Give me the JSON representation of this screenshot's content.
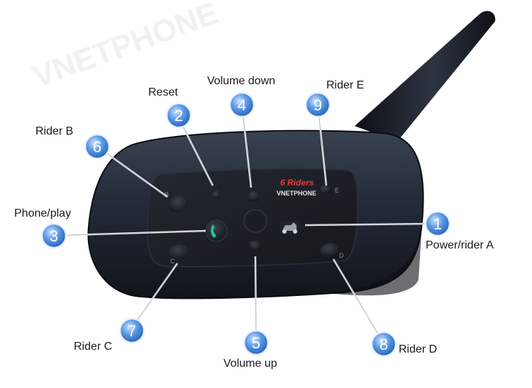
{
  "watermark": "VNETPHONE",
  "device": {
    "brand_top": "6 Riders",
    "brand_bottom": "VNETPHONE"
  },
  "callouts": [
    {
      "number": "1",
      "label": "Power/rider A"
    },
    {
      "number": "2",
      "label": "Reset"
    },
    {
      "number": "3",
      "label": "Phone/play"
    },
    {
      "number": "4",
      "label": "Volume down"
    },
    {
      "number": "5",
      "label": "Volume up"
    },
    {
      "number": "6",
      "label": "Rider B"
    },
    {
      "number": "7",
      "label": "Rider C"
    },
    {
      "number": "8",
      "label": "Rider D"
    },
    {
      "number": "9",
      "label": "Rider E"
    }
  ],
  "button_letters": {
    "b": "B",
    "c": "C",
    "d": "D",
    "e": "E"
  },
  "colors": {
    "body": "#232a36",
    "face": "#1b1f27",
    "callout_blue": "#4a8ee0",
    "phone_green": "#1fc28f"
  }
}
